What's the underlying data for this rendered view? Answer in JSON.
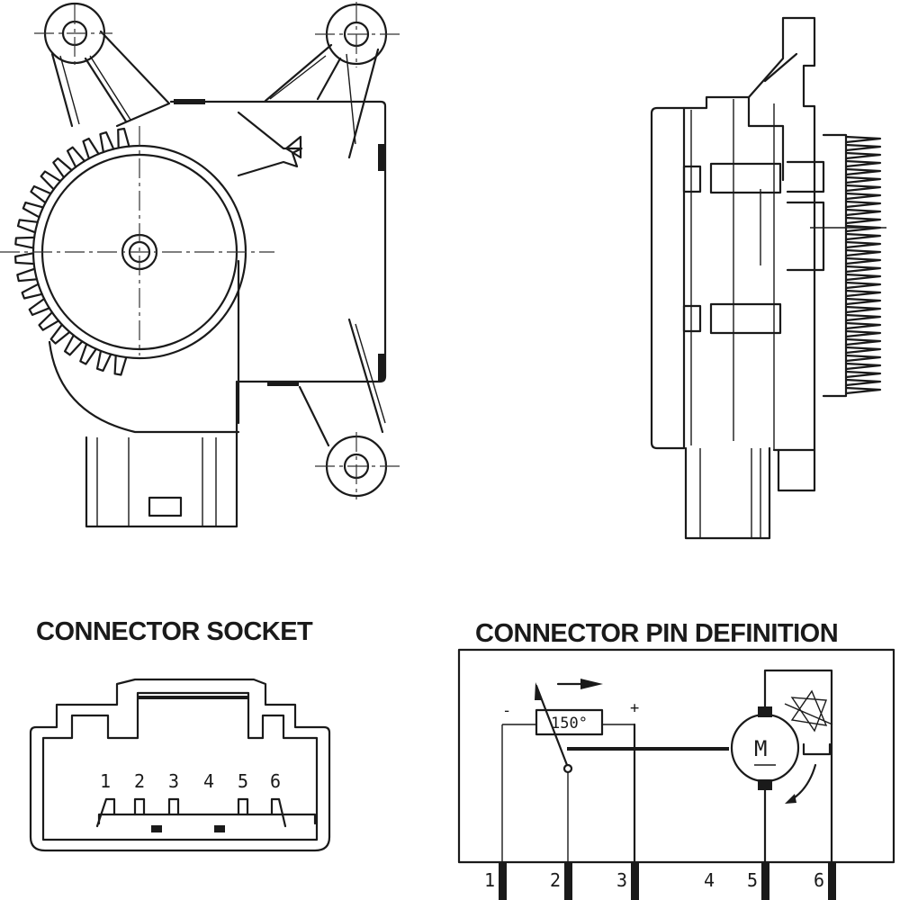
{
  "figure": {
    "views": {
      "front_view": "actuator-front-view",
      "side_view": "actuator-side-view"
    }
  },
  "connector_socket": {
    "title": "CONNECTOR SOCKET",
    "pins": [
      "1",
      "2",
      "3",
      "4",
      "5",
      "6"
    ],
    "populated_pins": [
      "1",
      "2",
      "3",
      "5",
      "6"
    ]
  },
  "pin_definition": {
    "title": "CONNECTOR PIN DEFINITION",
    "potentiometer_label": "150°",
    "minus_label": "-",
    "plus_label": "+",
    "motor_label": "M",
    "pins": [
      "1",
      "2",
      "3",
      "4",
      "5",
      "6"
    ],
    "pin_roles": {
      "1": "potentiometer-minus",
      "2": "potentiometer-wiper",
      "3": "potentiometer-plus",
      "4": "not-connected",
      "5": "motor-terminal",
      "6": "motor-terminal"
    }
  }
}
